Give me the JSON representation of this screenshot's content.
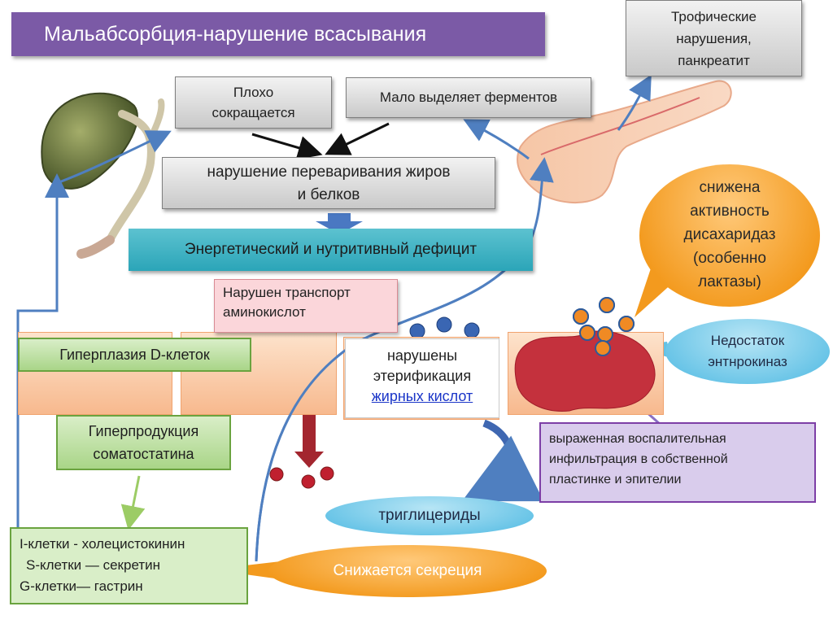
{
  "title": "Мальабсорбция-нарушение всасывания",
  "boxes": {
    "trophic": [
      "Трофические",
      "нарушения,",
      "панкреатит"
    ],
    "poorly_contracts": [
      "Плохо",
      "сокращается"
    ],
    "few_enzymes": "Мало выделяет ферментов",
    "digestion_disorder": [
      "нарушение переваривания жиров",
      "и белков"
    ],
    "energy_deficit": "Энергетический и нутритивный дефицит",
    "aminoacid_transport": [
      "Нарушен транспорт",
      "аминокислот"
    ],
    "d_cells": "Гиперплазия D-клеток",
    "somatostatin": [
      "Гиперпродукция",
      "соматостатина"
    ],
    "cells": [
      "I-клетки - холецистокинин",
      "S-клетки — секретин",
      "G-клетки— гастрин"
    ],
    "esterification": [
      "нарушены",
      "этерификация"
    ],
    "fatty_acids": "жирных кислот",
    "infiltration": [
      "выраженная воспалительная",
      "инфильтрация в собственной",
      "пластинке и эпителии"
    ]
  },
  "callouts": {
    "disaccharidases": [
      "снижена",
      "активность",
      "дисахаридаз",
      "(особенно",
      "лактазы)"
    ],
    "enterokinase": [
      "Недостаток",
      "энтнрокиназ"
    ],
    "triglycerides": "триглицериды",
    "secretion": "Снижается секреция"
  },
  "colors": {
    "title_bg": "#7b5aa6",
    "teal": "#2ba5b8",
    "green_border": "#6aa33f",
    "orange": "#f39a1e",
    "arrow_blue": "#4f7fc0"
  }
}
